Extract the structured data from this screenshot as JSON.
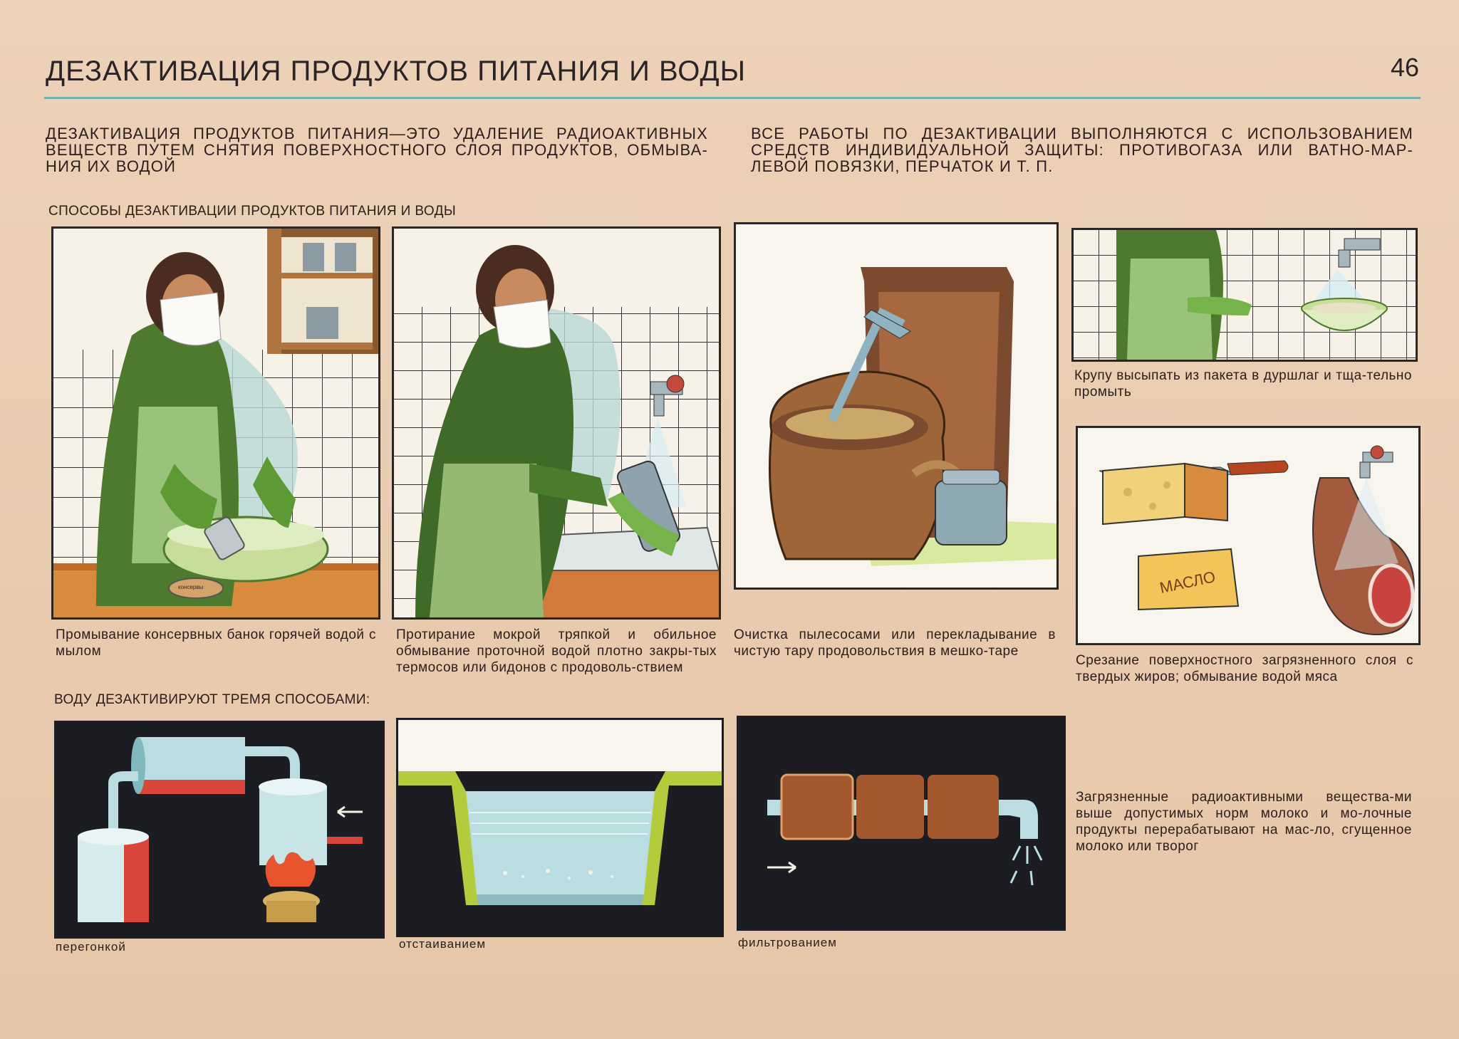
{
  "header": {
    "title": "ДЕЗАКТИВАЦИЯ ПРОДУКТОВ ПИТАНИЯ И ВОДЫ",
    "page_number": "46"
  },
  "intro": {
    "left": "ДЕЗАКТИВАЦИЯ ПРОДУКТОВ ПИТАНИЯ—ЭТО УДАЛЕНИЕ РАДИОАКТИВНЫХ ВЕЩЕСТВ ПУТЕМ СНЯТИЯ ПОВЕРХНОСТНОГО СЛОЯ ПРОДУКТОВ, ОБМЫВА-НИЯ ИХ ВОДОЙ",
    "right": "ВСЕ РАБОТЫ ПО ДЕЗАКТИВАЦИИ ВЫПОЛНЯЮТСЯ С ИСПОЛЬЗОВАНИЕМ СРЕДСТВ ИНДИВИДУАЛЬНОЙ ЗАЩИТЫ: ПРОТИВОГАЗА ИЛИ ВАТНО-МАР-ЛЕВОЙ ПОВЯЗКИ, ПЕРЧАТОК И Т. П."
  },
  "sections": {
    "food_methods": "СПОСОБЫ ДЕЗАКТИВАЦИИ ПРОДУКТОВ ПИТАНИЯ И ВОДЫ",
    "water_methods": "ВОДУ ДЕЗАКТИВИРУЮТ ТРЕМЯ СПОСОБАМИ:"
  },
  "captions": {
    "cans": "Промывание консервных банок горячей водой с мылом",
    "thermos": "Протирание мокрой тряпкой и обильное обмывание проточной водой плотно закры-тых термосов или бидонов с продоволь-ствием",
    "vacuum": "Очистка пылесосами или перекладывание в чистую тару продовольствия в мешко-таре",
    "grain": "Крупу высыпать из пакета в дуршлаг и тща-тельно промыть",
    "fats": "Срезание поверхностного загрязненного слоя с твердых жиров; обмывание водой мяса",
    "milk": "Загрязненные радиоактивными вещества-ми выше допустимых норм молоко и мо-лочные продукты перерабатывают на мас-ло, сгущенное молоко или творог"
  },
  "illustration_labels": {
    "butter": "МАСЛО",
    "can_label": "консервы"
  },
  "water": {
    "distillation": "перегонкой",
    "settling": "отстаиванием",
    "filtration": "фильтрованием"
  },
  "colors": {
    "rule": "#6fb3ae",
    "paper": "#e9cdb1",
    "green": "#4d7a2e",
    "dark_panel": "#1c1d22"
  }
}
